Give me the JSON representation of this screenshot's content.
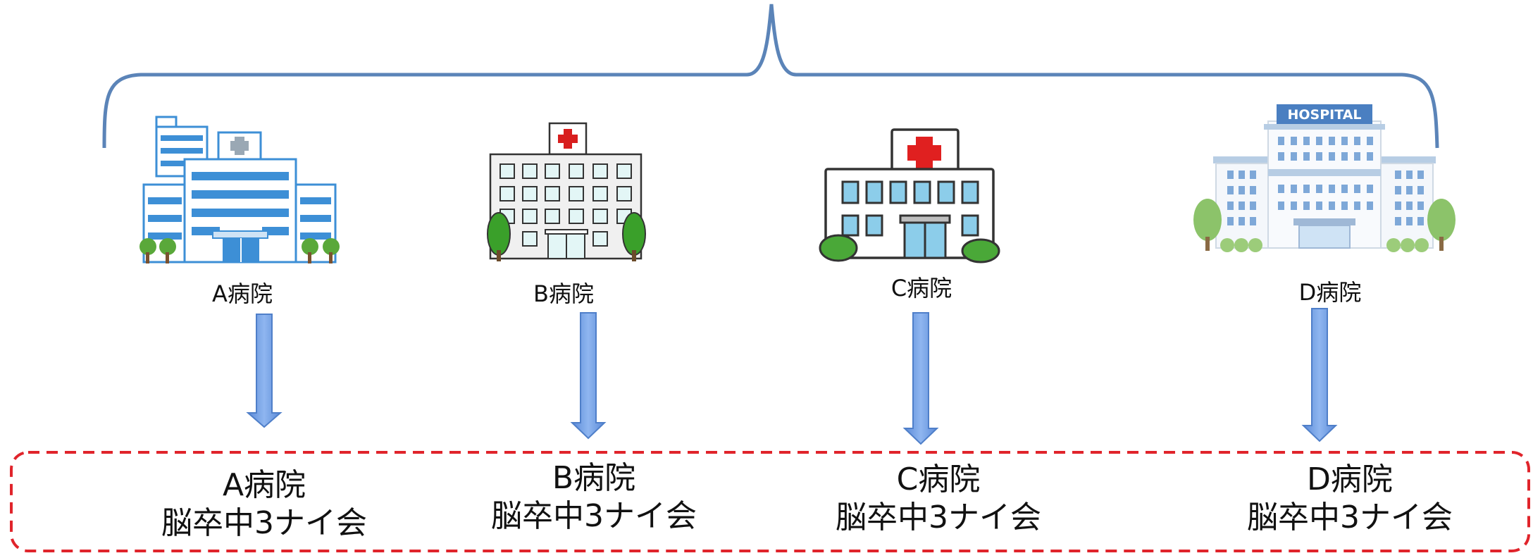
{
  "hospitals": [
    {
      "name": "A病院"
    },
    {
      "name": "B病院"
    },
    {
      "name": "C病院"
    },
    {
      "name": "D病院"
    }
  ],
  "hospital_sign": "HOSPITAL",
  "groups": [
    {
      "line1": "A病院",
      "line2": "脳卒中3ナイ会"
    },
    {
      "line1": "B病院",
      "line2": "脳卒中3ナイ会"
    },
    {
      "line1": "C病院",
      "line2": "脳卒中3ナイ会"
    },
    {
      "line1": "D病院",
      "line2": "脳卒中3ナイ会"
    }
  ],
  "colors": {
    "brace": "#5b84b8",
    "arrow_fill": "#6d9ce3",
    "arrow_stroke": "#4f7fc9",
    "dashed_box": "#e0242b",
    "building_blue": "#3d8fd6",
    "cross_red": "#e02020",
    "tree_green": "#5aa83a"
  }
}
